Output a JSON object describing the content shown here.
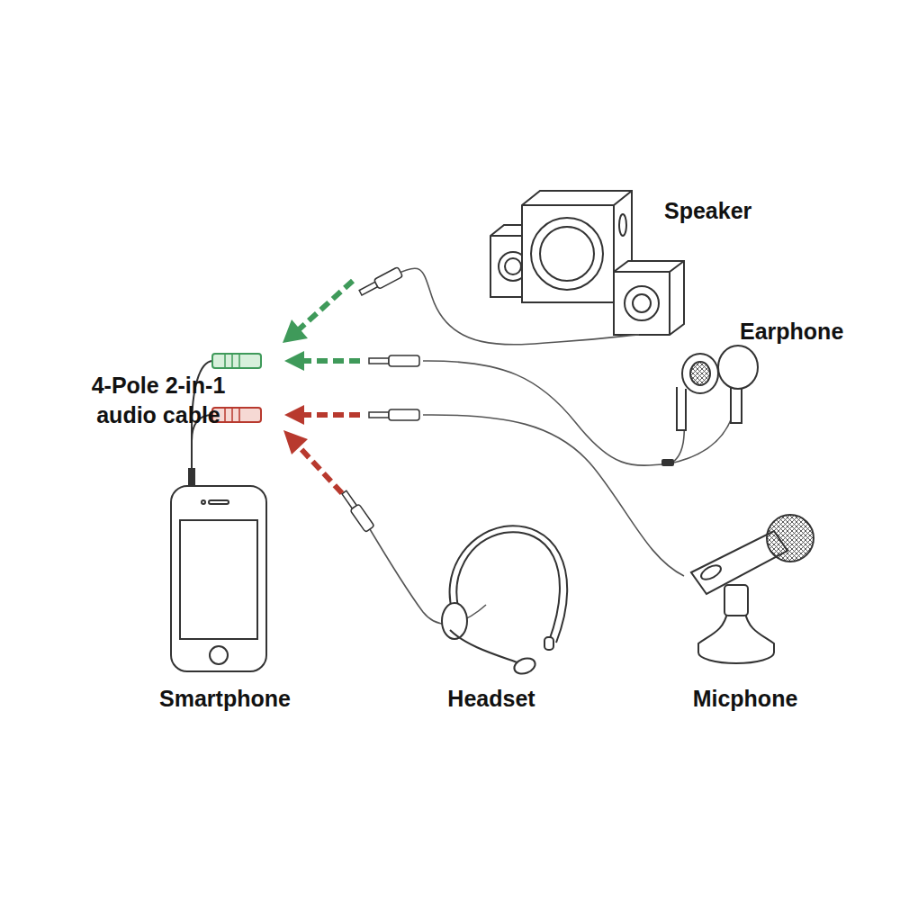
{
  "diagram": {
    "labels": [
      "Speaker",
      "Earphone",
      "4-Pole 2-in-1 audio cable",
      "Smartphone",
      "Headset",
      "Micphone"
    ]
  }
}
